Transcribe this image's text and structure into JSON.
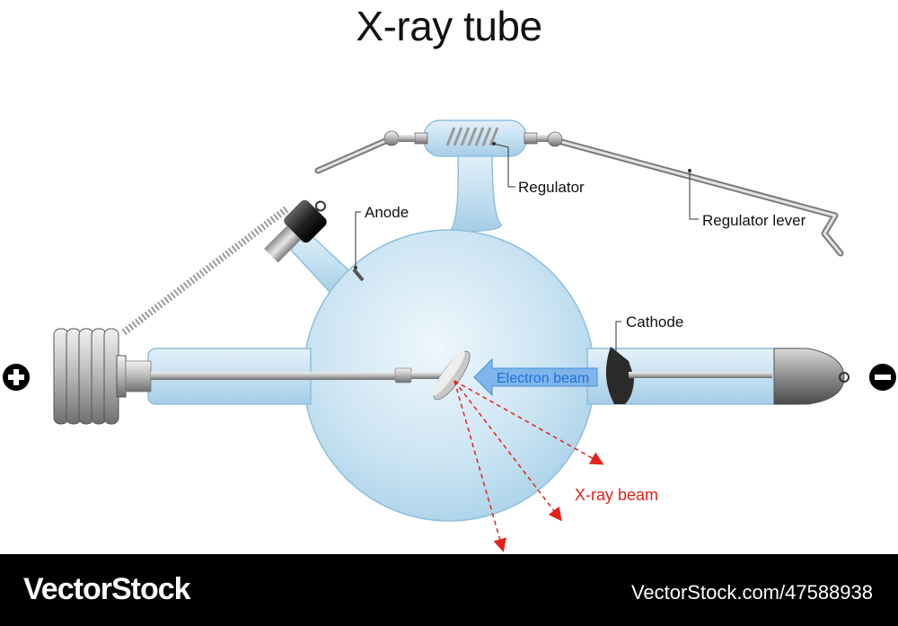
{
  "title": "X-ray tube",
  "labels": {
    "anode": "Anode",
    "regulator": "Regulator",
    "regulator_lever": "Regulator lever",
    "cathode": "Cathode",
    "electron_beam": "Electron beam",
    "xray_beam": "X-ray beam"
  },
  "terminals": {
    "positive": "+",
    "negative": "−"
  },
  "colors": {
    "glass": "#cfe6f4",
    "glass_edge": "#8fc0dc",
    "xray_beam": "#e3221c",
    "electron_beam": "#1f6fd6"
  },
  "footer": {
    "brand": "VectorStock",
    "reference": "VectorStock.com/47588938"
  }
}
